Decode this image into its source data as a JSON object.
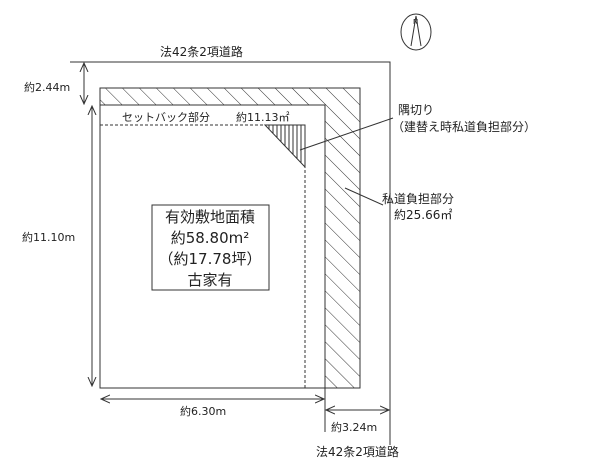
{
  "road_top_label": "法42条2項道路",
  "road_bottom_label": "法42条2項道路",
  "north_label": "N",
  "dimensions": {
    "setback_depth": "約2.44m",
    "lot_depth": "約11.10m",
    "lot_width": "約6.30m",
    "road_share_width": "約3.24m"
  },
  "setback": {
    "label": "セットバック部分",
    "area": "約11.13㎡"
  },
  "corner_cut": {
    "line1": "隅切り",
    "line2": "（建替え時私道負担部分）"
  },
  "private_road": {
    "label": "私道負担部分",
    "area": "約25.66㎡"
  },
  "effective_area": {
    "title": "有効敷地面積",
    "area_sqm": "約58.80m²",
    "area_tsubo": "（約17.78坪）",
    "note": "古家有"
  },
  "colors": {
    "line": "#333333",
    "background": "#ffffff"
  }
}
